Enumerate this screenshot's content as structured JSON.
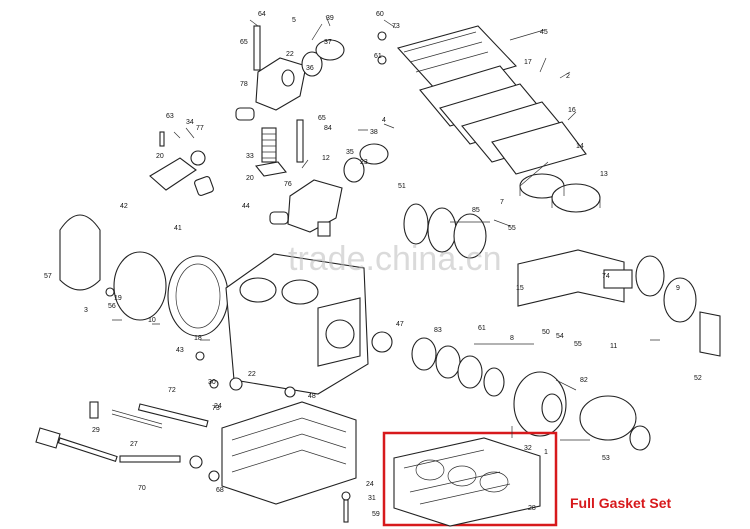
{
  "watermark": "trade.china.cn",
  "highlight_caption": "Full Gasket Set",
  "highlight_color": "#d7191c",
  "part_numbers": [
    "64",
    "5",
    "39",
    "60",
    "73",
    "45",
    "65",
    "22",
    "37",
    "61",
    "17",
    "2",
    "78",
    "36",
    "16",
    "63",
    "34",
    "77",
    "65",
    "4",
    "84",
    "38",
    "14",
    "13",
    "20",
    "35",
    "23",
    "12",
    "33",
    "76",
    "20",
    "51",
    "7",
    "19",
    "55",
    "85",
    "42",
    "44",
    "41",
    "74",
    "57",
    "53",
    "50",
    "54",
    "9",
    "15",
    "3",
    "56",
    "11",
    "10",
    "18",
    "55",
    "43",
    "47",
    "61",
    "83",
    "8",
    "52",
    "29",
    "27",
    "30",
    "22",
    "82",
    "72",
    "24",
    "48",
    "32",
    "70",
    "28",
    "1",
    "73",
    "24",
    "31",
    "59",
    "68"
  ]
}
